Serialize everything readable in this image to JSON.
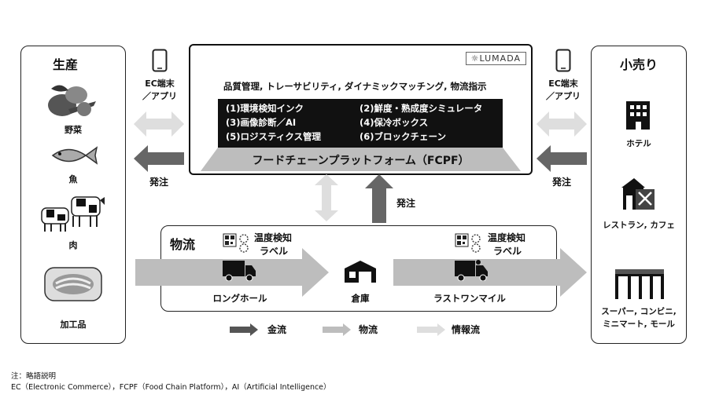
{
  "producer": {
    "title": "生産",
    "items": [
      "野菜",
      "魚",
      "肉",
      "加工品"
    ]
  },
  "retail": {
    "title": "小売り",
    "items": [
      "ホテル",
      "レストラン, カフェ",
      "スーパー, コンビニ,",
      "ミニマート, モール"
    ]
  },
  "ec_terminal": {
    "line1": "EC端末",
    "line2": "／アプリ"
  },
  "order": "発注",
  "platform": {
    "logo": "LUMADA",
    "subtitle": "品質管理, トレーサビリティ, ダイナミックマッチング, 物流指示",
    "features": [
      "(1)環境検知インク",
      "(2)鮮度・熟成度シミュレータ",
      "(3)画像診断／AI",
      "(4)保冷ボックス",
      "(5)ロジスティクス管理",
      "(6)ブロックチェーン"
    ],
    "name": "フードチェーンプラットフォーム（FCPF）"
  },
  "logistics": {
    "title": "物流",
    "sensor_label_1": "温度検知",
    "sensor_label_2": "ラベル",
    "long_haul": "ロングホール",
    "warehouse": "倉庫",
    "last_mile": "ラストワンマイル"
  },
  "legend": {
    "items": [
      {
        "label": "金流",
        "color": "#555555"
      },
      {
        "label": "物流",
        "color": "#bdbdbd"
      },
      {
        "label": "情報流",
        "color": "#dedede"
      }
    ]
  },
  "footnote": {
    "line1": "注：略語説明",
    "line2": "EC（Electronic Commerce），FCPF（Food Chain Platform），AI（Artificial Intelligence）"
  }
}
